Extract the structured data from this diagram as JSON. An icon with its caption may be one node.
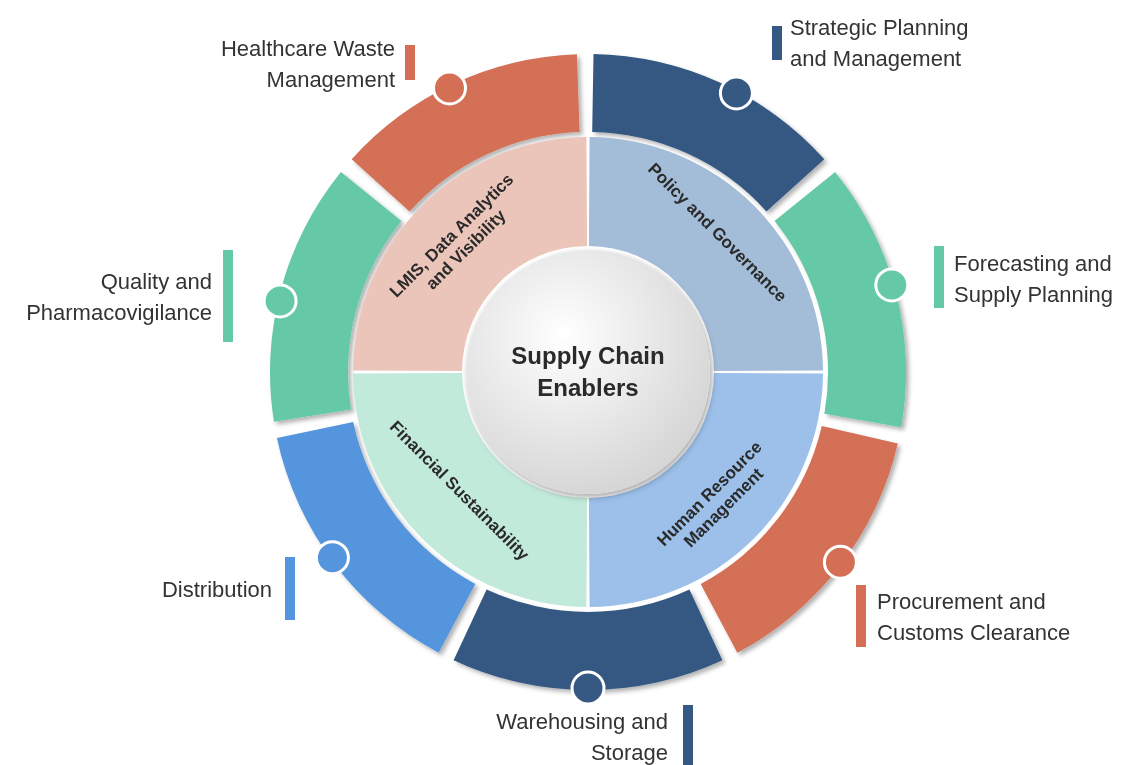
{
  "diagram": {
    "nodes": [
      {
        "text": [
          "Supply Chain Enablers"
        ]
      },
      {
        "text": [
          "LMIS, Data Analytics and Visibility"
        ]
      },
      {
        "text": [
          "Policy and Governance"
        ]
      },
      {
        "text": [
          "Human Resource Management"
        ]
      },
      {
        "text": [
          "Financial Sustainability"
        ]
      },
      {
        "text": [
          "Strategic Planning and Management"
        ]
      },
      {
        "text": [
          "Forecasting and Supply Planning"
        ]
      },
      {
        "text": [
          "Procurement and Customs Clearance"
        ]
      },
      {
        "text": [
          "Warehousing and Storage"
        ]
      },
      {
        "text": [
          "Distribution"
        ]
      },
      {
        "text": [
          "Quality and Pharmacovigilance"
        ]
      },
      {
        "text": [
          "Healthcare Waste Management"
        ]
      }
    ]
  }
}
